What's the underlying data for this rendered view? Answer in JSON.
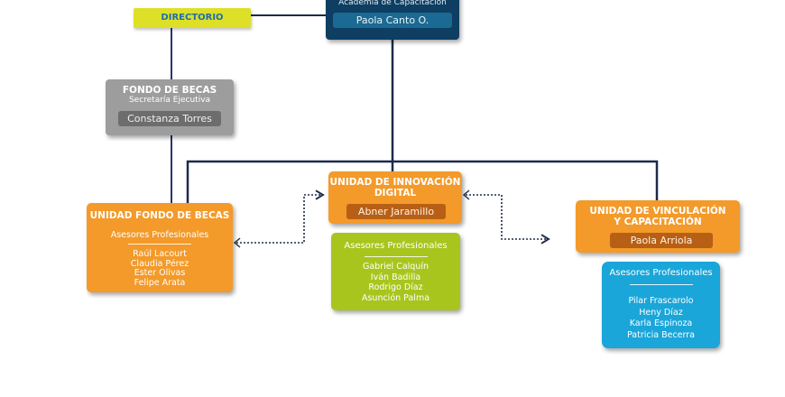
{
  "top": {
    "subtitle": "Academia de Capacitación",
    "name": "Paola Canto O."
  },
  "directorio": {
    "label": "DIRECTORIO"
  },
  "fondo": {
    "title": "FONDO DE BECAS",
    "subtitle": "Secretaría Ejecutiva",
    "name": "Constanza Torres"
  },
  "innovacion": {
    "title_line1": "UNIDAD DE INNOVACIÓN",
    "title_line2": "DIGITAL",
    "name": "Abner Jaramillo",
    "asesores": {
      "title": "Asesores Profesionales",
      "members": [
        "Gabriel Calquín",
        "Iván Badilla",
        "Rodrigo Díaz",
        "Asunción Palma"
      ]
    }
  },
  "unidad_becas": {
    "title": "UNIDAD FONDO DE BECAS",
    "asesores_title": "Asesores Profesionales",
    "members": [
      "Raúl Lacourt",
      "Claudia Pérez",
      "Ester Olivas",
      "Felipe Arata"
    ]
  },
  "vinculacion": {
    "title_line1": "UNIDAD DE VINCULACIÓN",
    "title_line2": "Y CAPACITACIÓN",
    "name": "Paola Arriola",
    "asesores": {
      "title": "Asesores Profesionales",
      "members": [
        "Pilar Frascarolo",
        "Heny Díaz",
        "Karla Espinoza",
        "Patricia Becerra"
      ]
    }
  },
  "colors": {
    "navy": "#0e3e62",
    "navy_bar": "#1b6a93",
    "yellow": "#dde027",
    "yellow_text": "#1f6ea8",
    "gray": "#9d9d9d",
    "gray_bar": "#6d6d6d",
    "orange": "#f39a2a",
    "orange_bar": "#b85f16",
    "green": "#a8c51d",
    "blue": "#1aa6d9",
    "line": "#1d2a4a"
  }
}
